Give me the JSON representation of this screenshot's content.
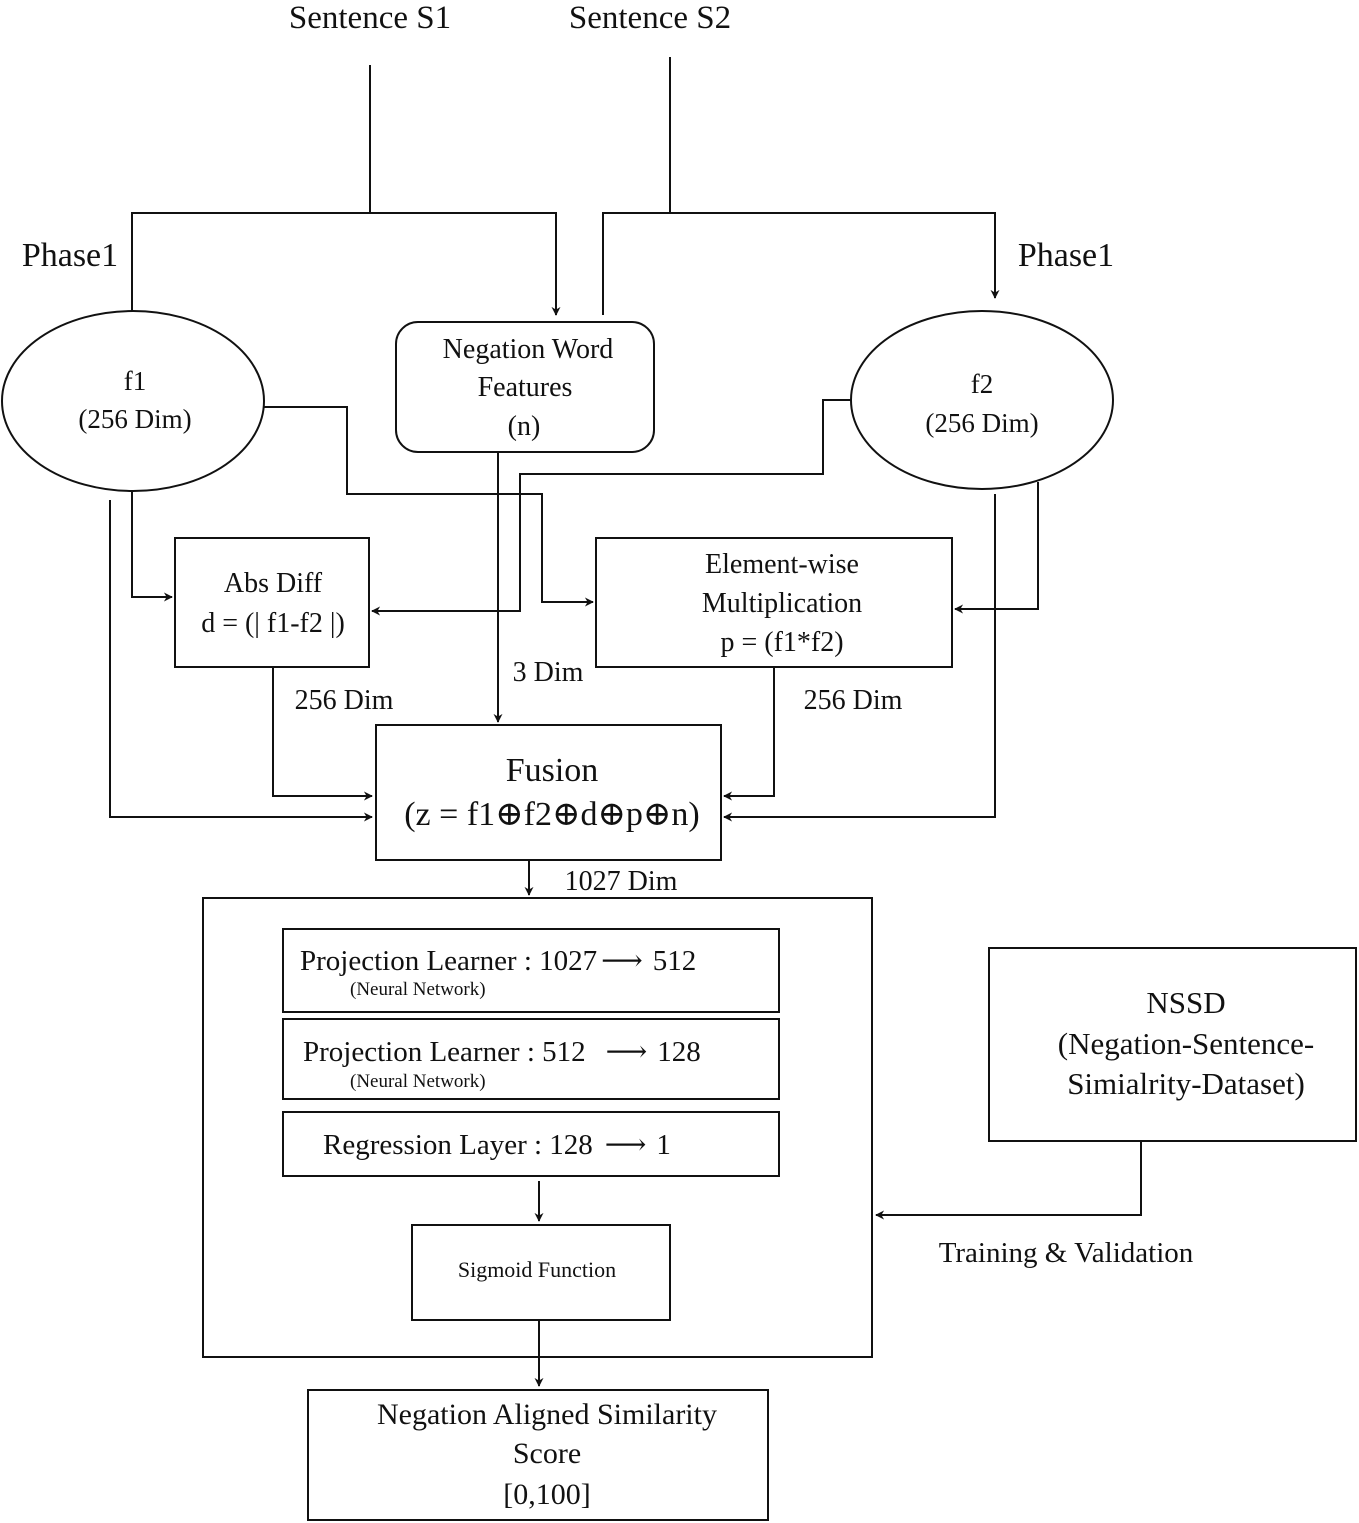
{
  "inputs": {
    "s1": "Sentence S1",
    "s2": "Sentence S2"
  },
  "phase_labels": {
    "left": "Phase1",
    "right": "Phase1"
  },
  "f1": {
    "name": "f1",
    "dim": "(256 Dim)"
  },
  "f2": {
    "name": "f2",
    "dim": "(256 Dim)"
  },
  "negation": {
    "line1": "Negation Word",
    "line2": "Features",
    "line3": "(n)"
  },
  "abs_diff": {
    "line1": "Abs Diff",
    "line2": "d = (| f1-f2 |)"
  },
  "elementwise": {
    "line1": "Element-wise",
    "line2": "Multiplication",
    "line3": "p = (f1*f2)"
  },
  "edge_labels": {
    "abs_dim": "256 Dim",
    "neg_dim": "3 Dim",
    "mult_dim": "256 Dim",
    "fusion_dim": "1027 Dim",
    "training": "Training & Validation"
  },
  "fusion": {
    "title": "Fusion",
    "formula": "(z = f1⊕f2⊕d⊕p⊕n)"
  },
  "layers": [
    {
      "text": "Projection Learner : 1027",
      "out": "512",
      "note": "(Neural Network)"
    },
    {
      "text": "Projection Learner : 512",
      "out": "128",
      "note": "(Neural Network)"
    },
    {
      "text": "Regression Layer : 128",
      "out": "1"
    }
  ],
  "sigmoid": "Sigmoid Function",
  "dataset": {
    "line1": "NSSD",
    "line2": "(Negation-Sentence-",
    "line3": "Simialrity-Dataset)"
  },
  "output": {
    "line1": "Negation Aligned Similarity",
    "line2": "Score",
    "line3": "[0,100]"
  }
}
